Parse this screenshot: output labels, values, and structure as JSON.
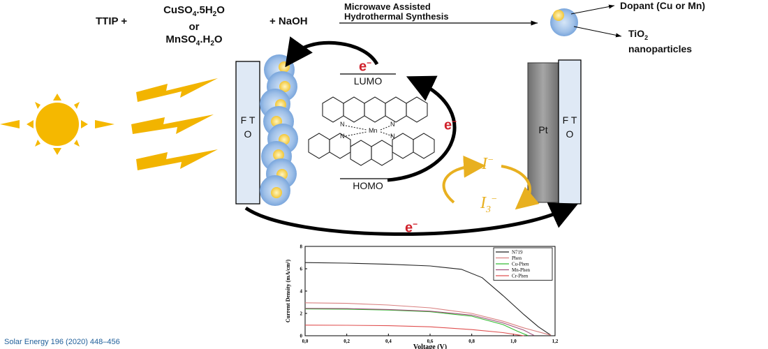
{
  "reaction": {
    "reagent_1": "TTIP +",
    "reagent_2_line1": "CuSO",
    "reagent_2_line1_sub": "4",
    "reagent_2_line1_tail": ".5H",
    "reagent_2_line1_sub2": "2",
    "reagent_2_line1_end": "O",
    "reagent_2_or": "or",
    "reagent_2_line3": "MnSO",
    "reagent_2_line3_sub": "4",
    "reagent_2_line3_tail": ".H",
    "reagent_2_line3_sub2": "2",
    "reagent_2_line3_end": "O",
    "reagent_3": "+ NaOH",
    "method_line1": "Microwave Assisted",
    "method_line2": "Hydrothermal Synthesis"
  },
  "particle_legend": {
    "dopant": "Dopant (Cu or Mn)",
    "tio2_main": "TiO",
    "tio2_sub": "2",
    "tio2_line2": "nanoparticles"
  },
  "cell": {
    "left_electrode": "F T O",
    "right_electrode": "F T O",
    "counter_electrode": "Pt",
    "lumo": "LUMO",
    "homo": "HOMO",
    "electron": "e",
    "electron_sup": "−",
    "iodide": "I",
    "iodide_sup": "−",
    "triiodide": "I",
    "triiodide_sub": "3",
    "triiodide_sup": "−",
    "complex_metal": "Mn",
    "complex_n": "N"
  },
  "colors": {
    "electron_red": "#d0202a",
    "redox_gold": "#e8b020",
    "fto_blue": "#dfe9f5",
    "pt_gray": "#8a8a8a",
    "bolt_yellow": "#f2b400",
    "sun_yellow": "#f5b800"
  },
  "chart_data": {
    "type": "line",
    "xlabel": "Voltage (V)",
    "ylabel": "Current Density (mA/cm²)",
    "xlim": [
      0,
      1.2
    ],
    "ylim": [
      0,
      8
    ],
    "xticks": [
      "0,0",
      "0,2",
      "0,4",
      "0,6",
      "0,8",
      "1,0",
      "1,2"
    ],
    "yticks": [
      "0",
      "2",
      "4",
      "6",
      "8"
    ],
    "legend_position": "top-right",
    "series": [
      {
        "name": "N719",
        "color": "#222222",
        "points": [
          [
            0,
            6.55
          ],
          [
            0.2,
            6.5
          ],
          [
            0.4,
            6.4
          ],
          [
            0.6,
            6.25
          ],
          [
            0.75,
            5.95
          ],
          [
            0.85,
            5.2
          ],
          [
            0.95,
            3.6
          ],
          [
            1.05,
            1.9
          ],
          [
            1.12,
            0.8
          ],
          [
            1.18,
            0.05
          ]
        ]
      },
      {
        "name": "Phen",
        "color": "#d98080",
        "points": [
          [
            0,
            2.95
          ],
          [
            0.2,
            2.9
          ],
          [
            0.4,
            2.75
          ],
          [
            0.6,
            2.5
          ],
          [
            0.8,
            2.0
          ],
          [
            0.95,
            1.3
          ],
          [
            1.05,
            0.7
          ],
          [
            1.15,
            0.2
          ],
          [
            1.18,
            0.05
          ]
        ]
      },
      {
        "name": "Cu-Phen",
        "color": "#33bb33",
        "points": [
          [
            0,
            2.4
          ],
          [
            0.2,
            2.38
          ],
          [
            0.4,
            2.3
          ],
          [
            0.6,
            2.15
          ],
          [
            0.8,
            1.75
          ],
          [
            0.95,
            1.0
          ],
          [
            1.02,
            0.4
          ],
          [
            1.07,
            0.02
          ]
        ]
      },
      {
        "name": "Mn-Phen",
        "color": "#a0507a",
        "points": [
          [
            0,
            2.45
          ],
          [
            0.2,
            2.43
          ],
          [
            0.4,
            2.35
          ],
          [
            0.6,
            2.2
          ],
          [
            0.8,
            1.85
          ],
          [
            0.95,
            1.15
          ],
          [
            1.05,
            0.5
          ],
          [
            1.1,
            0.02
          ]
        ]
      },
      {
        "name": "Cr-Phen",
        "color": "#e05050",
        "points": [
          [
            0,
            0.95
          ],
          [
            0.2,
            0.94
          ],
          [
            0.4,
            0.9
          ],
          [
            0.6,
            0.8
          ],
          [
            0.8,
            0.55
          ],
          [
            0.95,
            0.28
          ],
          [
            1.02,
            0.08
          ],
          [
            1.05,
            0.0
          ]
        ]
      }
    ]
  },
  "credit": "Solar Energy 196 (2020) 448–456"
}
